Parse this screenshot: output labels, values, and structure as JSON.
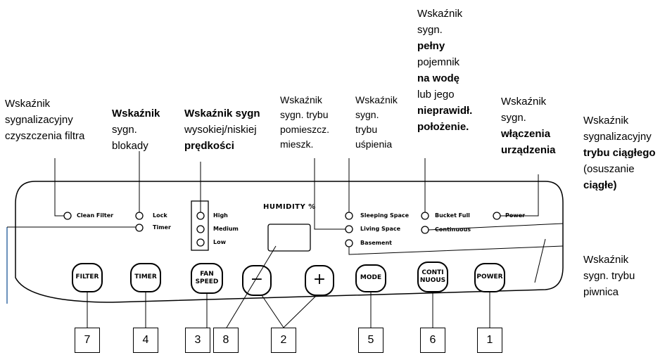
{
  "captions": {
    "clean_filter": [
      "Wskaźnik",
      "sygnalizacyjny",
      "czyszczenia filtra"
    ],
    "lock": [
      "Wskaźnik",
      "sygn.",
      "blokady"
    ],
    "fan_speed": [
      "Wskaźnik sygn",
      "wysokiej/niskiej",
      "prędkości"
    ],
    "living_space": [
      "Wskaźnik",
      "sygn. trybu",
      "pomieszcz.",
      "mieszk."
    ],
    "sleeping_space": [
      "Wskaźnik",
      "sygn.",
      "trybu",
      "uśpienia"
    ],
    "bucket_full": [
      "Wskaźnik",
      "sygn.",
      "pełny",
      "pojemnik",
      "na wodę",
      "lub jego",
      "nieprawidł.",
      "położenie."
    ],
    "power": [
      "Wskaźnik",
      "sygn.",
      "włączenia",
      "urządzenia"
    ],
    "continuous": [
      "Wskaźnik",
      "sygnalizacyjny",
      "trybu ciągłego",
      "(osuszanie",
      "ciągłe)"
    ],
    "basement": [
      "Wskaźnik",
      "sygn. trybu",
      "piwnica"
    ]
  },
  "panel": {
    "indicators": {
      "clean_filter": "Clean Filter",
      "lock": "Lock",
      "timer": "Timer",
      "high": "High",
      "medium": "Medium",
      "low": "Low",
      "sleeping_space": "Sleeping Space",
      "living_space": "Living Space",
      "basement": "Basement",
      "bucket_full": "Bucket Full",
      "continuous": "Continuous",
      "power": "Power"
    },
    "humidity_label": "HUMIDITY %",
    "buttons": {
      "filter": "FILTER",
      "timer": "TIMER",
      "fan": "FAN",
      "speed": "SPEED",
      "minus": "−",
      "plus": "+",
      "mode": "MODE",
      "conti": "CONTI",
      "nuous": "NUOUS",
      "power": "POWER"
    }
  },
  "numbers": {
    "filter": "7",
    "timer": "4",
    "fan_speed": "3",
    "display": "8",
    "plus_minus": "2",
    "mode": "5",
    "continuous": "6",
    "power": "1"
  }
}
